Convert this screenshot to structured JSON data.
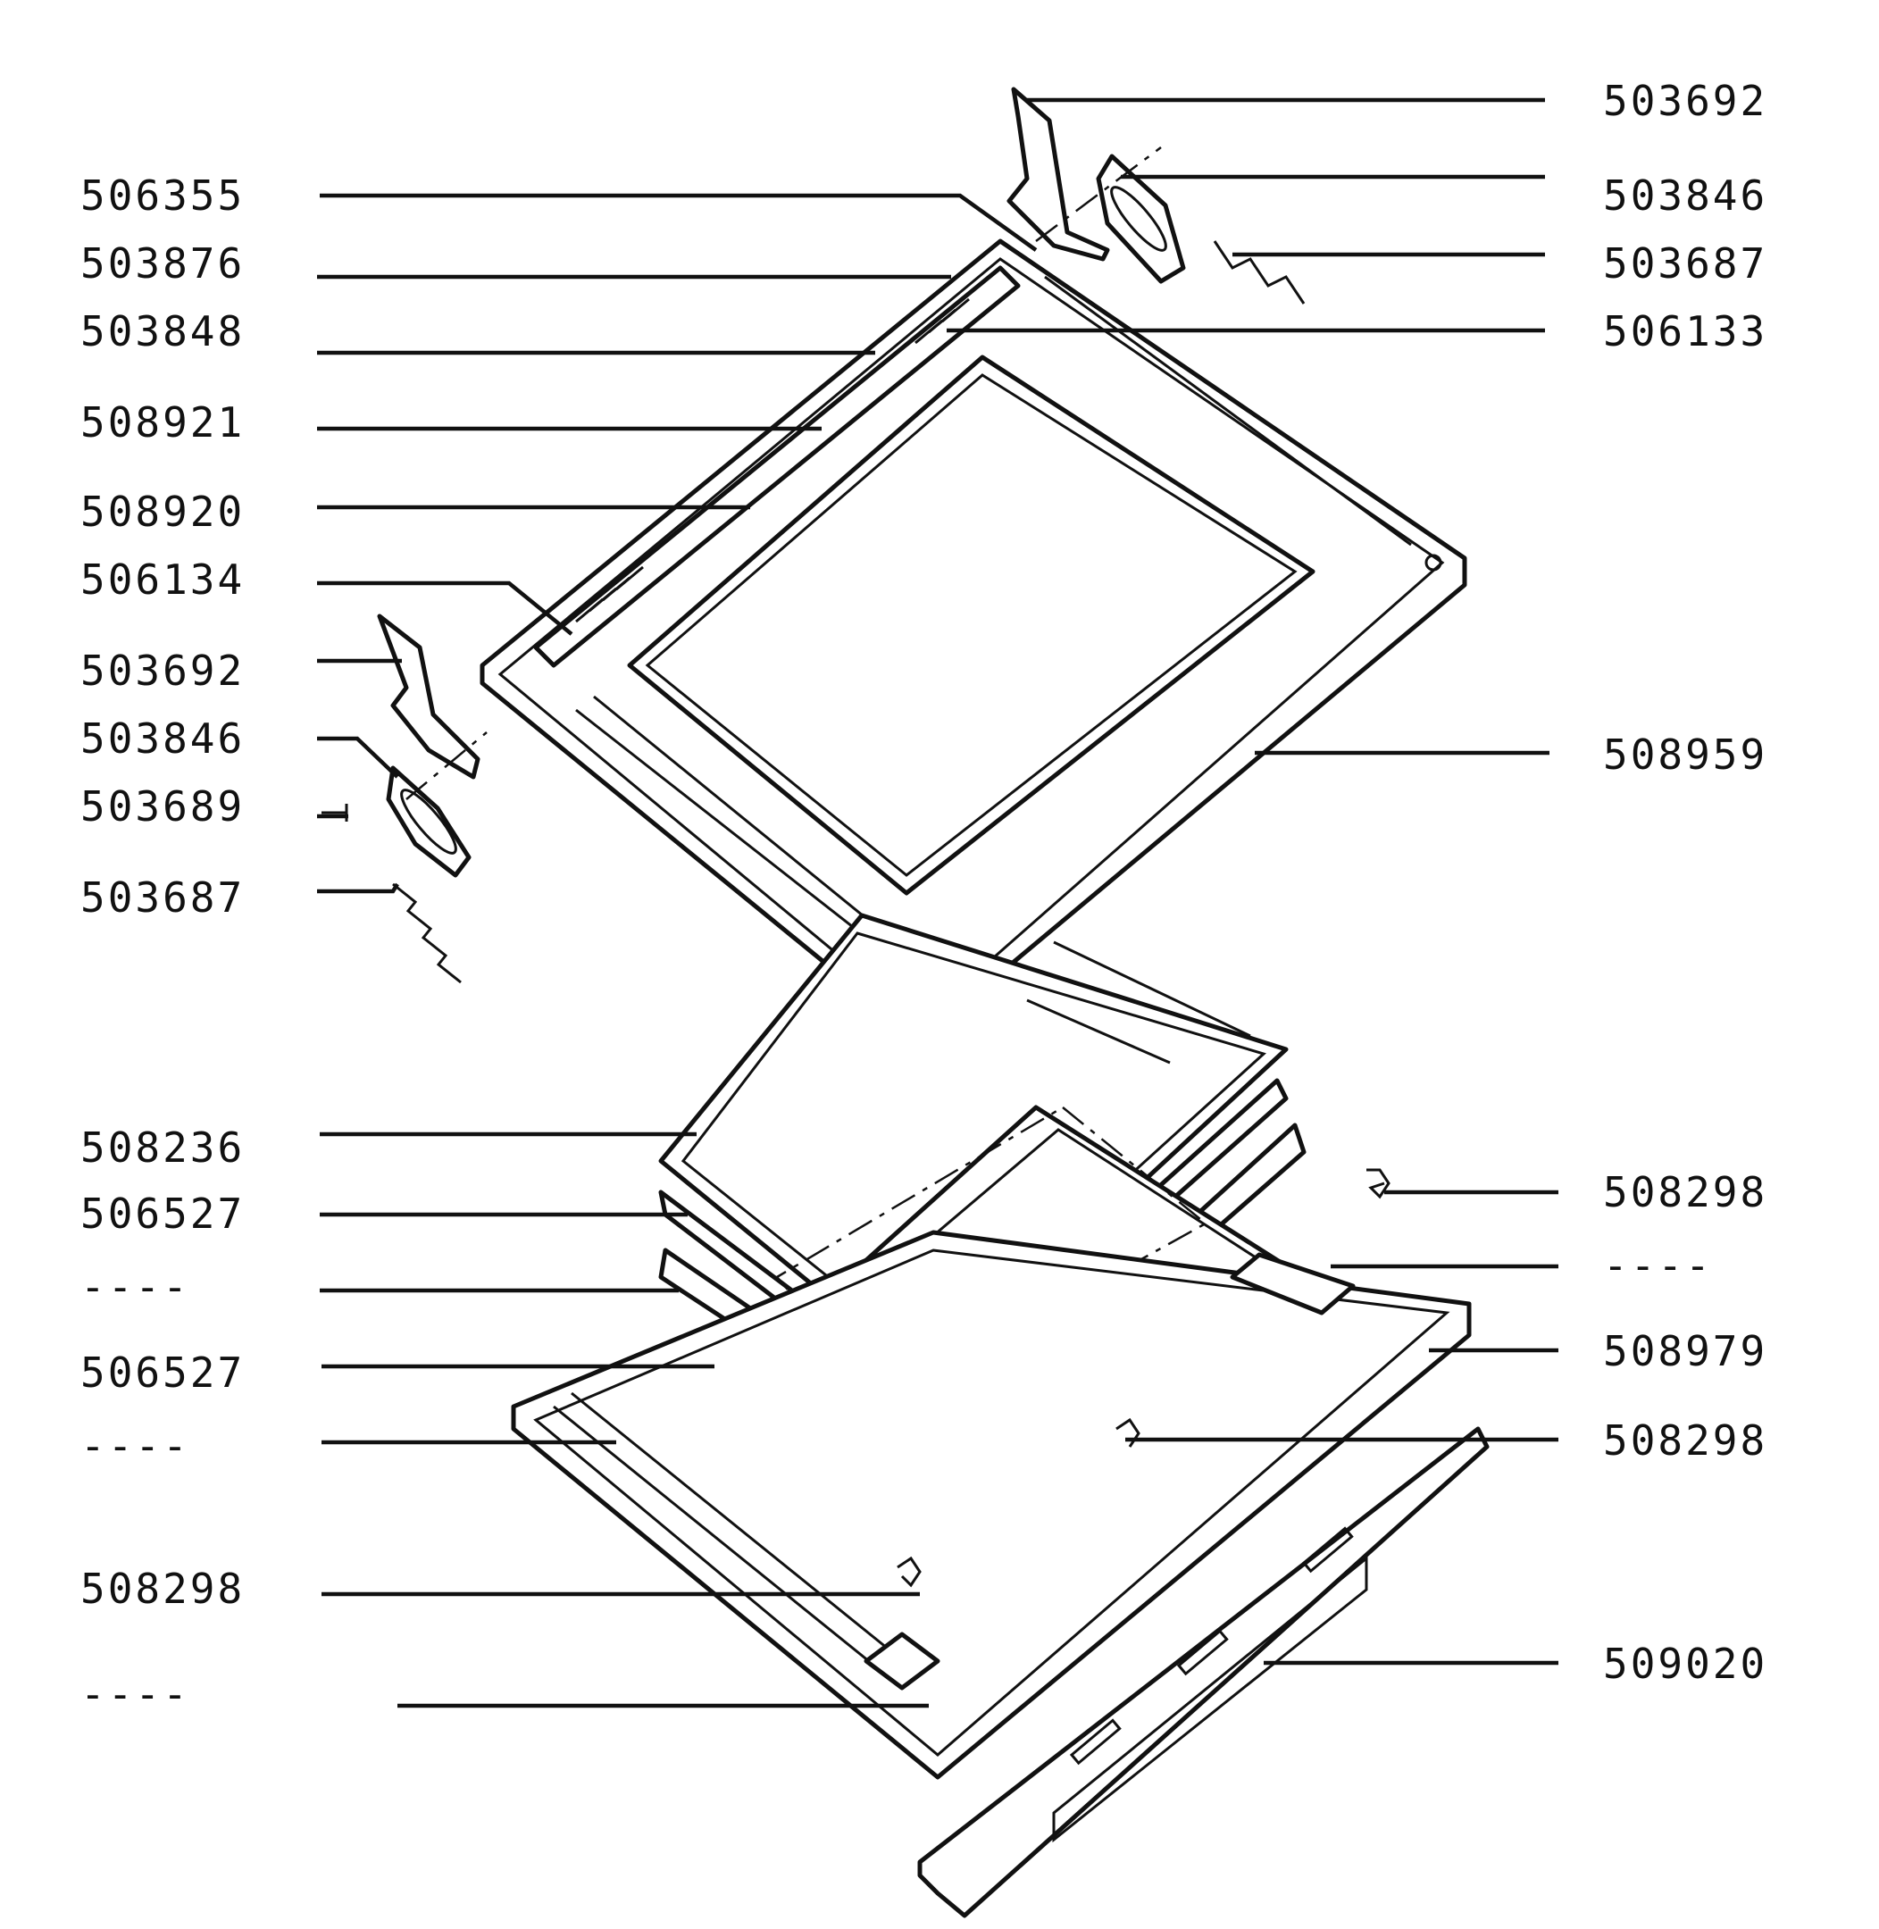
{
  "labels": {
    "left": [
      "506355",
      "503876",
      "503848",
      "508921",
      "508920",
      "506134",
      "503692",
      "503846",
      "503689",
      "503687",
      "508236",
      "506527",
      "----",
      "506527",
      "----",
      "508298",
      "----"
    ],
    "right": [
      "503692",
      "503846",
      "503687",
      "506133",
      "508959",
      "508298",
      "----",
      "508979",
      "508298",
      "509020"
    ]
  },
  "style": {
    "line_color": "#111111",
    "background": "#ffffff"
  }
}
